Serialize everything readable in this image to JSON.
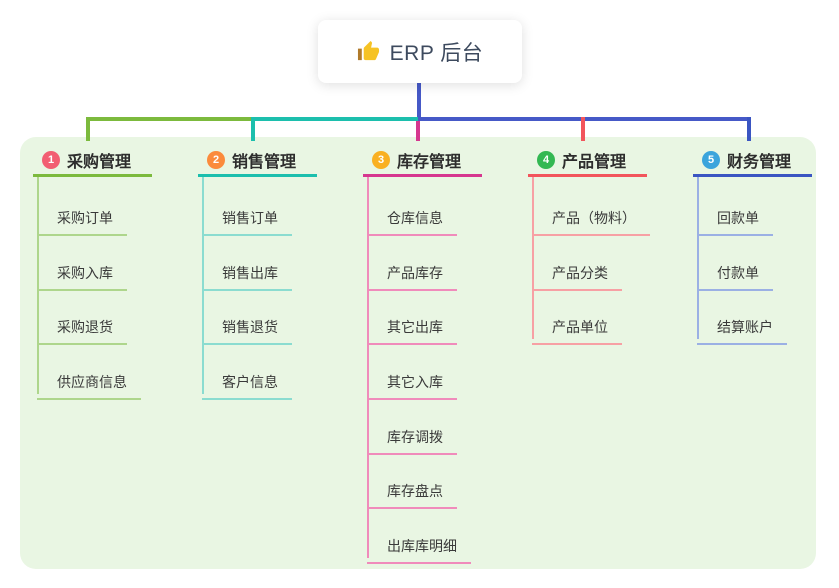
{
  "root": {
    "icon": "thumbs-up",
    "title": "ERP 后台",
    "connector_color": "#4659c7"
  },
  "panel": {
    "bg": "#e9f6e3"
  },
  "branches": [
    {
      "number": "1",
      "label": "采购管理",
      "badge_color": "#f25e72",
      "line_color": "#7cba3d",
      "child_line_color": "#aed68c",
      "children": [
        "采购订单",
        "采购入库",
        "采购退货",
        "供应商信息"
      ]
    },
    {
      "number": "2",
      "label": "销售管理",
      "badge_color": "#fb8b3c",
      "line_color": "#1cbfad",
      "child_line_color": "#8bdcd0",
      "children": [
        "销售订单",
        "销售出库",
        "销售退货",
        "客户信息"
      ]
    },
    {
      "number": "3",
      "label": "库存管理",
      "badge_color": "#f9b022",
      "line_color": "#d6378f",
      "child_line_color": "#f08bbb",
      "children": [
        "仓库信息",
        "产品库存",
        "其它出库",
        "其它入库",
        "库存调拨",
        "库存盘点",
        "出库库明细"
      ]
    },
    {
      "number": "4",
      "label": "产品管理",
      "badge_color": "#33b852",
      "line_color": "#f2555c",
      "child_line_color": "#f7a0a4",
      "children": [
        "产品（物料）",
        "产品分类",
        "产品单位"
      ]
    },
    {
      "number": "5",
      "label": "财务管理",
      "badge_color": "#3ba4dc",
      "line_color": "#3a55c2",
      "child_line_color": "#9bb0e4",
      "children": [
        "回款单",
        "付款单",
        "结算账户"
      ]
    }
  ]
}
